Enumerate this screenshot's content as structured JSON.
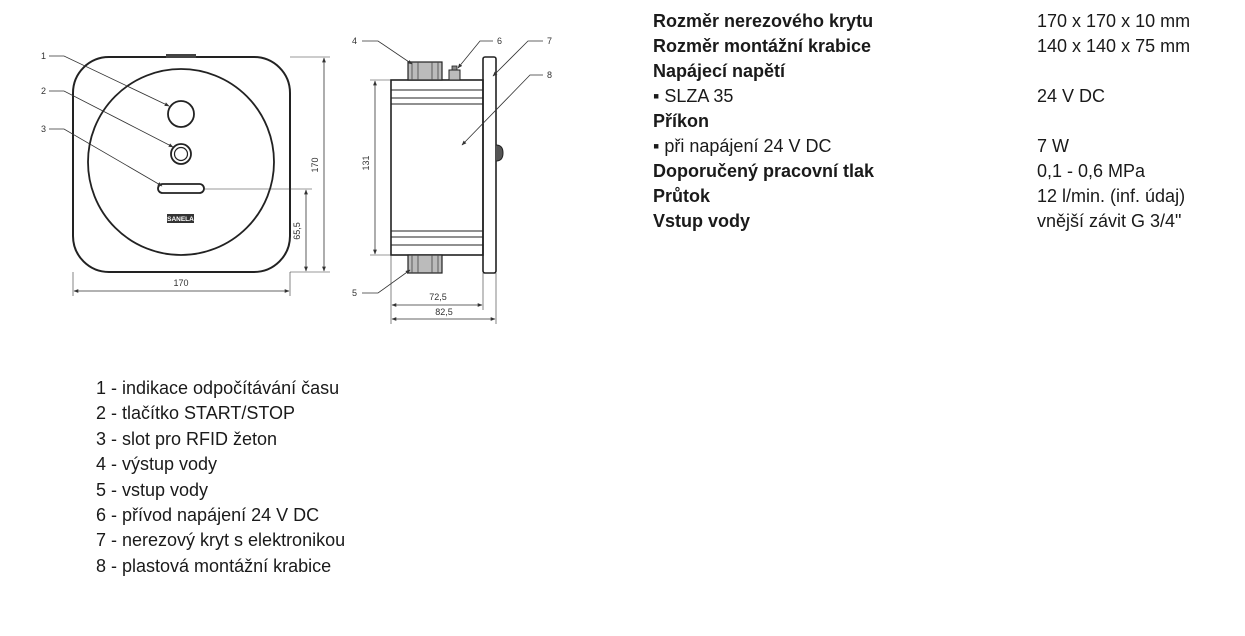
{
  "specs": [
    {
      "label": "Rozměr nerezového krytu",
      "value": "170 x 170 x 10 mm",
      "bold": true
    },
    {
      "label": "Rozměr montážní krabice",
      "value": "140 x 140 x 75 mm",
      "bold": true
    },
    {
      "label": "Napájecí napětí",
      "value": "",
      "bold": true
    },
    {
      "label": "▪ SLZA 35",
      "value": "24 V DC",
      "bold": false
    },
    {
      "label": "Příkon",
      "value": "",
      "bold": true
    },
    {
      "label": "▪ při napájení 24 V DC",
      "value": "7 W",
      "bold": false
    },
    {
      "label": "Doporučený pracovní tlak",
      "value": "0,1 - 0,6 MPa",
      "bold": true
    },
    {
      "label": "Průtok",
      "value": "12 l/min. (inf. údaj)",
      "bold": true
    },
    {
      "label": "Vstup vody",
      "value": "vnější závit G 3/4\"",
      "bold": true
    }
  ],
  "legend": [
    "1 - indikace odpočítávání času",
    "2 - tlačítko START/STOP",
    "3 - slot pro RFID žeton",
    "4 - výstup vody",
    "5 - vstup vody",
    "6 - přívod napájení 24 V DC",
    "7 - nerezový kryt s elektronikou",
    "8 - plastová montážní krabice"
  ],
  "drawing": {
    "callouts": [
      "1",
      "2",
      "3",
      "4",
      "5",
      "6",
      "7",
      "8"
    ],
    "dimensions": {
      "front_width": "170",
      "front_height": "170",
      "slot_height": "65,5",
      "box_height": "131",
      "box_depth": "72,5",
      "total_depth": "82,5"
    },
    "brand_logo": "SANELA"
  }
}
